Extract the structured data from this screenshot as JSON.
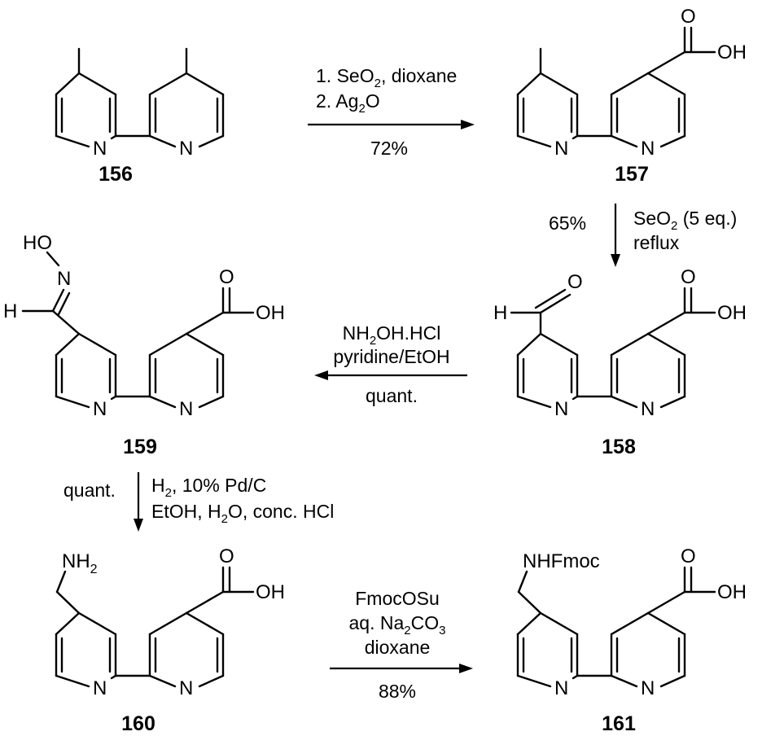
{
  "atoms": {
    "N": "N",
    "O": "O",
    "H": "H",
    "OH": "OH",
    "HO": "HO",
    "NH": "NH",
    "sub2": "2",
    "NHFmoc": "NHFmoc"
  },
  "compounds": {
    "c156": "156",
    "c157": "157",
    "c158": "158",
    "c159": "159",
    "c160": "160",
    "c161": "161"
  },
  "reactions": {
    "r1": {
      "line1_pre": "1. SeO",
      "line1_sub": "2",
      "line1_post": ", dioxane",
      "line2_pre": "2. Ag",
      "line2_sub": "2",
      "line2_post": "O",
      "yield": "72%"
    },
    "r2": {
      "yield": "65%",
      "line1_pre": "SeO",
      "line1_sub": "2",
      "line1_post": " (5 eq.)",
      "line2": "reflux"
    },
    "r3": {
      "line1_pre": "NH",
      "line1_sub": "2",
      "line1_post": "OH.HCl",
      "line2": "pyridine/EtOH",
      "yield": "quant."
    },
    "r4": {
      "yield": "quant.",
      "line1_pre": "H",
      "line1_sub": "2",
      "line1_post": ", 10% Pd/C",
      "line2_pre": "EtOH, H",
      "line2_sub": "2",
      "line2_post": "O, conc. HCl"
    },
    "r5": {
      "line1": "FmocOSu",
      "line2_pre": "aq. Na",
      "line2_sub": "2",
      "line2_post": "CO",
      "line2_sub2": "3",
      "line3": "dioxane",
      "yield": "88%"
    }
  }
}
